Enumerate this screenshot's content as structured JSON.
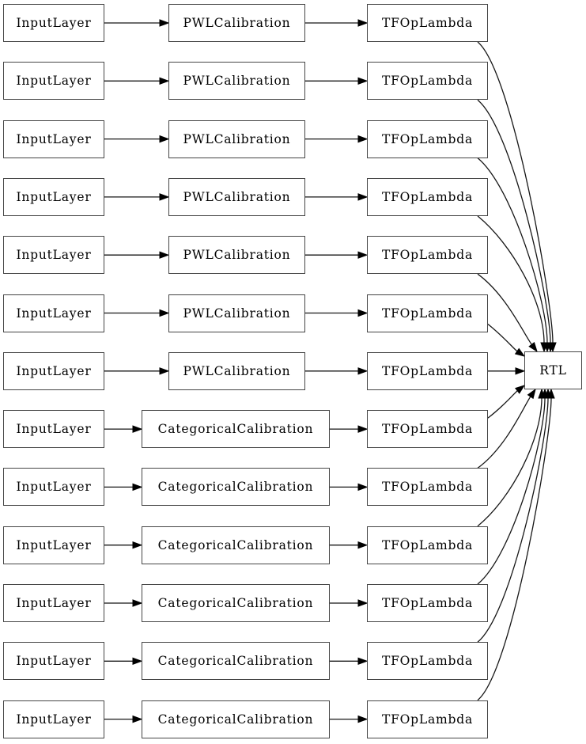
{
  "diagram": {
    "output": {
      "label": "RTL"
    },
    "rows": [
      {
        "input": "InputLayer",
        "calibration": "PWLCalibration",
        "type": "pwl",
        "op": "TFOpLambda"
      },
      {
        "input": "InputLayer",
        "calibration": "PWLCalibration",
        "type": "pwl",
        "op": "TFOpLambda"
      },
      {
        "input": "InputLayer",
        "calibration": "PWLCalibration",
        "type": "pwl",
        "op": "TFOpLambda"
      },
      {
        "input": "InputLayer",
        "calibration": "PWLCalibration",
        "type": "pwl",
        "op": "TFOpLambda"
      },
      {
        "input": "InputLayer",
        "calibration": "PWLCalibration",
        "type": "pwl",
        "op": "TFOpLambda"
      },
      {
        "input": "InputLayer",
        "calibration": "PWLCalibration",
        "type": "pwl",
        "op": "TFOpLambda"
      },
      {
        "input": "InputLayer",
        "calibration": "PWLCalibration",
        "type": "pwl",
        "op": "TFOpLambda"
      },
      {
        "input": "InputLayer",
        "calibration": "CategoricalCalibration",
        "type": "categorical",
        "op": "TFOpLambda"
      },
      {
        "input": "InputLayer",
        "calibration": "CategoricalCalibration",
        "type": "categorical",
        "op": "TFOpLambda"
      },
      {
        "input": "InputLayer",
        "calibration": "CategoricalCalibration",
        "type": "categorical",
        "op": "TFOpLambda"
      },
      {
        "input": "InputLayer",
        "calibration": "CategoricalCalibration",
        "type": "categorical",
        "op": "TFOpLambda"
      },
      {
        "input": "InputLayer",
        "calibration": "CategoricalCalibration",
        "type": "categorical",
        "op": "TFOpLambda"
      },
      {
        "input": "InputLayer",
        "calibration": "CategoricalCalibration",
        "type": "categorical",
        "op": "TFOpLambda"
      }
    ],
    "colors": {
      "background": "#ffffff",
      "node_border": "#454545",
      "edge": "#161616",
      "arrowhead": "#000000",
      "text": "#000000"
    }
  }
}
